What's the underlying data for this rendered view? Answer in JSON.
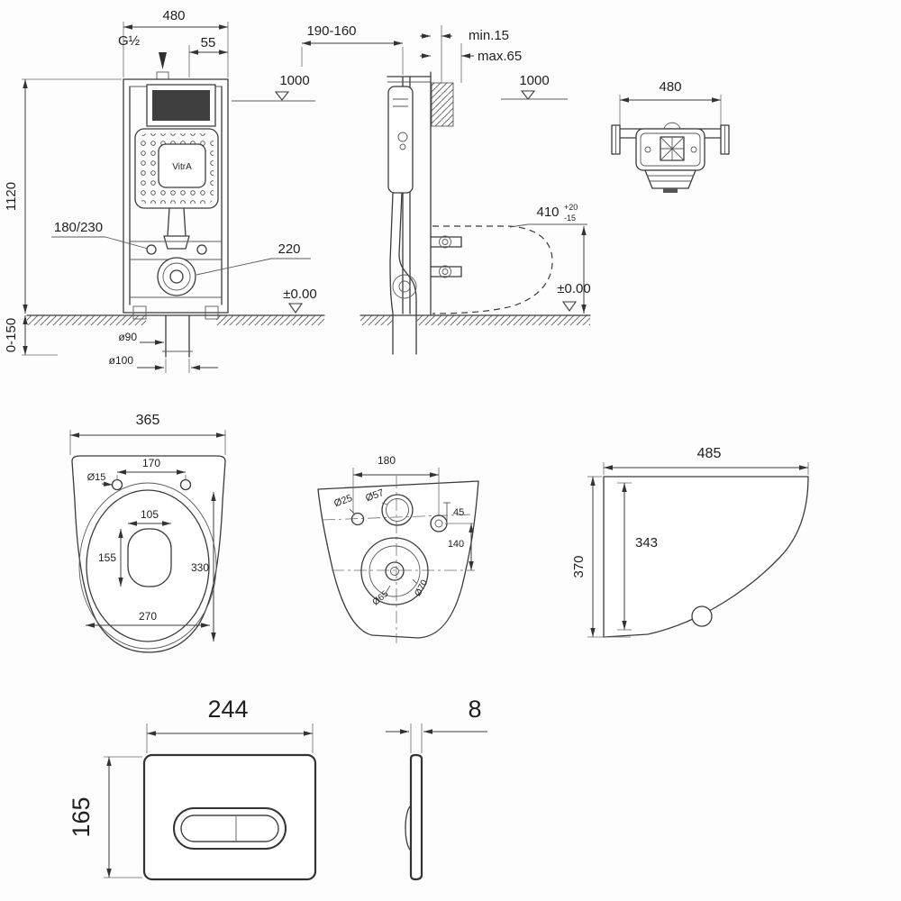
{
  "drawing": {
    "brand": "VitrA",
    "frame_front": {
      "width": "480",
      "inlet": "G½",
      "inlet_offset": "55",
      "plate_height": "1000",
      "frame_height": "1120",
      "bolt_spacing": "180/230",
      "outlet_height": "220",
      "floor_level": "±0.00",
      "leg_range": "0-150",
      "outlet_d1": "ø90",
      "outlet_d2": "ø100"
    },
    "frame_side": {
      "depth": "190-160",
      "cover_min": "min.15",
      "cover_max": "max.65",
      "plate_height": "1000",
      "rim_height": "410",
      "rim_tol_plus": "+20",
      "rim_tol_minus": "-15",
      "floor_level": "±0.00"
    },
    "frame_top": {
      "width": "480"
    },
    "bowl_top": {
      "width": "365",
      "hole_spacing": "170",
      "hole_dia": "Ø15",
      "trap_width": "105",
      "trap_length": "155",
      "inner_length": "330",
      "inner_width": "270"
    },
    "bowl_bottom": {
      "hole_spacing": "180",
      "dia_25": "Ø25",
      "dia_57": "Ø57",
      "offset_45": "45",
      "offset_140": "140",
      "dia_65": "Ø65",
      "dia_70": "Ø70"
    },
    "bowl_side": {
      "length": "485",
      "height": "370",
      "inner_height": "343"
    },
    "plate_front": {
      "width": "244",
      "height": "165"
    },
    "plate_side": {
      "thickness": "8"
    }
  }
}
